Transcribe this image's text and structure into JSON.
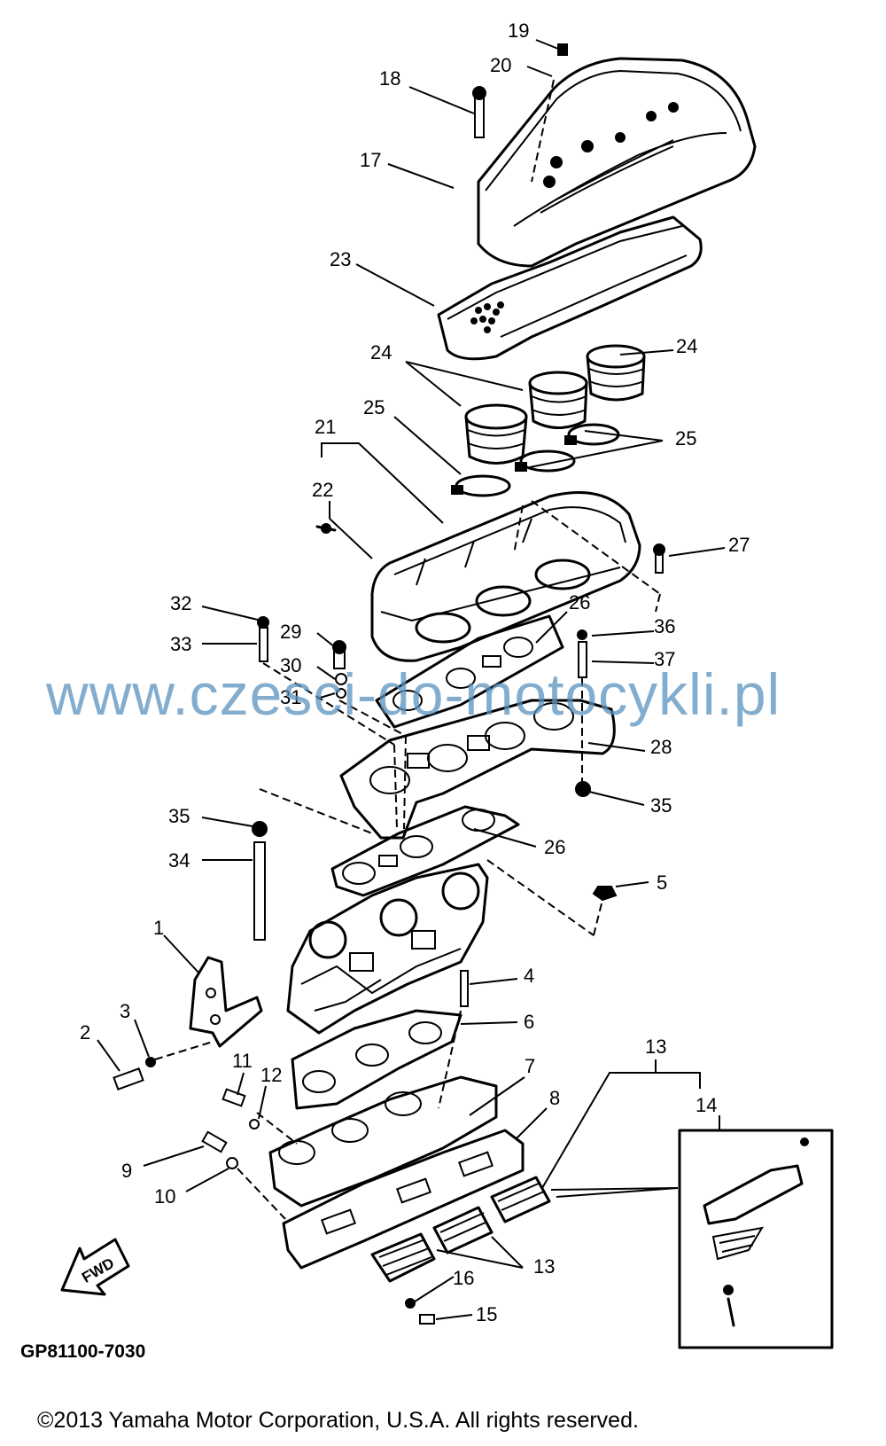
{
  "diagram": {
    "watermark": "www.czesci-do-motocykli.pl",
    "reference_code": "GP81100-7030",
    "copyright": "©2013 Yamaha Motor Corporation, U.S.A. All rights reserved.",
    "direction_marker": "FWD",
    "callouts": [
      "19",
      "20",
      "18",
      "17",
      "23",
      "24",
      "24",
      "25",
      "21",
      "25",
      "22",
      "27",
      "32",
      "26",
      "36",
      "29",
      "33",
      "37",
      "30",
      "31",
      "28",
      "35",
      "35",
      "26",
      "34",
      "5",
      "1",
      "4",
      "3",
      "6",
      "2",
      "13",
      "7",
      "11",
      "12",
      "14",
      "8",
      "9",
      "10",
      "13",
      "16",
      "15"
    ]
  }
}
